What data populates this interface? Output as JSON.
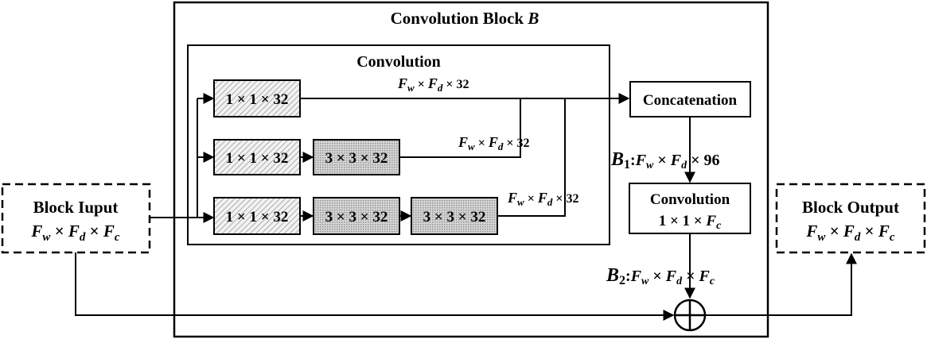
{
  "outer_block": {
    "title": "Convolution Block",
    "title_symbol": "B"
  },
  "inner_block": {
    "title": "Convolution"
  },
  "branch_blocks": {
    "b1_1": "1 × 1 × 32",
    "b2_1": "1 × 1 × 32",
    "b2_2": "3 × 3 × 32",
    "b3_1": "1 × 1 × 32",
    "b3_2": "3 × 3 × 32",
    "b3_3": "3 × 3 × 32"
  },
  "branch_labels": {
    "l1": {
      "fw": "F",
      "fw_sub": "w",
      "times": "×",
      "fd": "F",
      "fd_sub": "d",
      "tail": "× 32"
    },
    "l2": {
      "fw": "F",
      "fw_sub": "w",
      "times": "×",
      "fd": "F",
      "fd_sub": "d",
      "tail": "× 32"
    },
    "l3": {
      "fw": "F",
      "fw_sub": "w",
      "times": "×",
      "fd": "F",
      "fd_sub": "d",
      "tail": "× 32"
    }
  },
  "concat_block": {
    "label": "Concatenation"
  },
  "b1_label": {
    "name": "B",
    "sub": "1",
    "colon": ":",
    "fw": "F",
    "fw_sub": "w",
    "times": "×",
    "fd": "F",
    "fd_sub": "d",
    "tail": "× 96"
  },
  "final_conv": {
    "title": "Convolution",
    "kernel": "1 × 1 × ",
    "fc": "F",
    "fc_sub": "c"
  },
  "b2_label": {
    "name": "B",
    "sub": "2",
    "colon": ":",
    "fw": "F",
    "fw_sub": "w",
    "times": "×",
    "fd": "F",
    "fd_sub": "d",
    "times2": "×",
    "fc": "F",
    "fc_sub": "c"
  },
  "input_block": {
    "title": "Block Iuput",
    "fw": "F",
    "fw_sub": "w",
    "t1": " × ",
    "fd": "F",
    "fd_sub": "d",
    "t2": " × ",
    "fc": "F",
    "fc_sub": "c"
  },
  "output_block": {
    "title": "Block Output",
    "fw": "F",
    "fw_sub": "w",
    "t1": " × ",
    "fd": "F",
    "fd_sub": "d",
    "t2": " × ",
    "fc": "F",
    "fc_sub": "c"
  }
}
